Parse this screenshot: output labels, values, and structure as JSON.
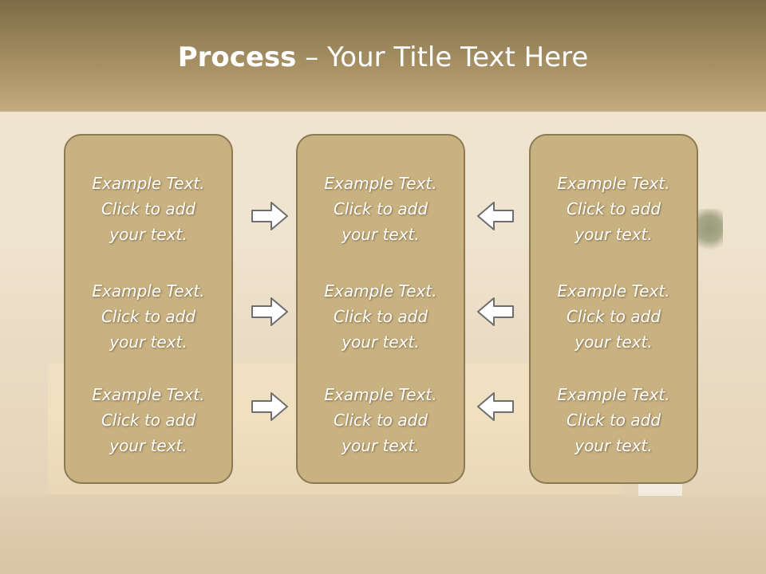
{
  "slide": {
    "title_bold": "Process",
    "title_rest": " – Your Title Text Here"
  },
  "columns": [
    {
      "blocks": [
        {
          "line1": "Example Text.",
          "line2": "Click  to add",
          "line3": "your text."
        },
        {
          "line1": "Example Text.",
          "line2": "Click  to add",
          "line3": "your text."
        },
        {
          "line1": "Example Text.",
          "line2": "Click  to add",
          "line3": "your text."
        }
      ]
    },
    {
      "blocks": [
        {
          "line1": "Example Text.",
          "line2": "Click  to add",
          "line3": "your text."
        },
        {
          "line1": "Example Text.",
          "line2": "Click  to add",
          "line3": "your text."
        },
        {
          "line1": "Example Text.",
          "line2": "Click  to add",
          "line3": "your text."
        }
      ]
    },
    {
      "blocks": [
        {
          "line1": "Example Text.",
          "line2": "Click  to add",
          "line3": "your text."
        },
        {
          "line1": "Example Text.",
          "line2": "Click  to add",
          "line3": "your text."
        },
        {
          "line1": "Example Text.",
          "line2": "Click  to add",
          "line3": "your text."
        }
      ]
    }
  ],
  "arrows": {
    "left_to_center": [
      "right-arrow-icon",
      "right-arrow-icon",
      "right-arrow-icon"
    ],
    "right_to_center": [
      "left-arrow-icon",
      "left-arrow-icon",
      "left-arrow-icon"
    ]
  },
  "colors": {
    "header": "#978258",
    "panel_fill": "#c9b282",
    "panel_border": "#8c7a55",
    "text": "#ffffff"
  }
}
